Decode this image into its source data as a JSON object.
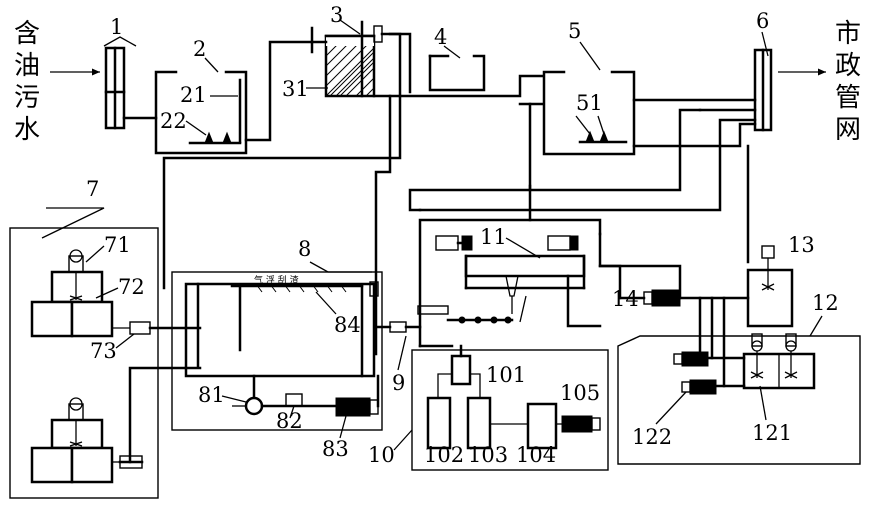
{
  "inlet_label": [
    "含",
    "油",
    "污",
    "水"
  ],
  "outlet_label": [
    "市",
    "政",
    "管",
    "网"
  ],
  "labels": {
    "n1": "1",
    "n2": "2",
    "n3": "3",
    "n4": "4",
    "n5": "5",
    "n6": "6",
    "n7": "7",
    "n8": "8",
    "n9": "9",
    "n10": "10",
    "n11": "11",
    "n12": "12",
    "n13": "13",
    "n14": "14",
    "n21": "21",
    "n22": "22",
    "n31": "31",
    "n51": "51",
    "n71": "71",
    "n72": "72",
    "n73": "73",
    "n81": "81",
    "n82": "82",
    "n83": "83",
    "n84": "84",
    "n101": "101",
    "n102": "102",
    "n103": "103",
    "n104": "104",
    "n105": "105",
    "n121": "121",
    "n122": "122"
  },
  "flotation_scraper_text": "气 浮 刮 渣"
}
